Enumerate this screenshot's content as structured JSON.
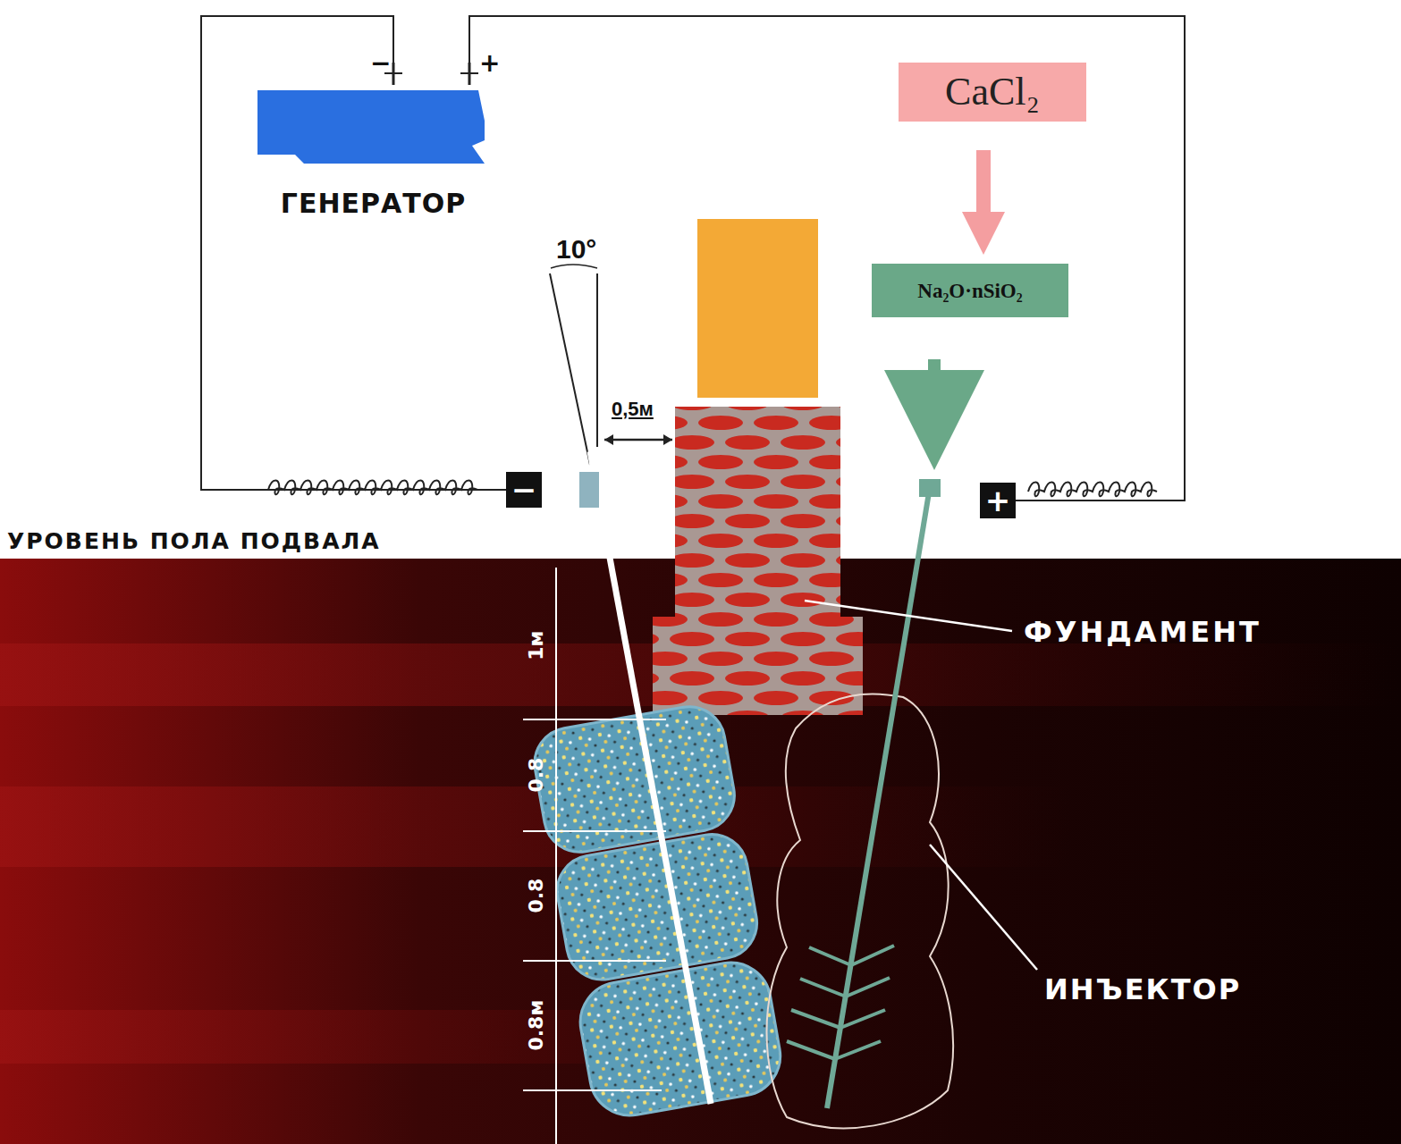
{
  "diagram": {
    "nodes": [
      {
        "text": [
          "ГЕНЕРАТОР"
        ]
      },
      {
        "text": [
          "CaCl₂"
        ]
      },
      {
        "text": [
          "Na₂O·nSiO₂"
        ]
      },
      {
        "text": [
          "−"
        ]
      },
      {
        "text": [
          "+"
        ]
      }
    ],
    "edges": [
      {
        "from": 0,
        "to": 3,
        "arrow": "none"
      },
      {
        "from": 0,
        "to": 4,
        "arrow": "none"
      },
      {
        "from": 1,
        "to": 2,
        "arrow": "to"
      }
    ],
    "labels": [
      "−",
      "+",
      "10°",
      "0,5м",
      "УРОВЕНЬ ПОЛА ПОДВАЛА",
      "ФУНДАМЕНТ",
      "1м",
      "0.8",
      "0.8",
      "0.8м",
      "ИНЪЕКТОР"
    ]
  }
}
